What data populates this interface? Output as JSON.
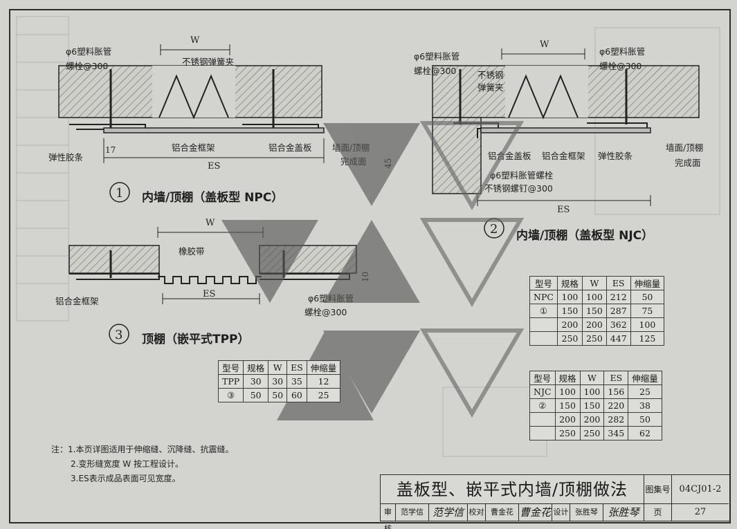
{
  "detail1": {
    "number": "1",
    "title": "内墙/顶棚（盖板型 NPC）",
    "dim_w": "W",
    "dim_es": "ES",
    "dim_17": "17",
    "label_bolt": "φ6塑料胀管",
    "label_bolt_spacing": "螺栓@300",
    "label_spring_clip": "不锈钢弹簧夹",
    "label_elastic": "弹性胶条",
    "label_frame": "铝合金框架",
    "label_cover": "铝合金盖板",
    "label_finish_1": "墙面/顶棚",
    "label_finish_2": "完成面"
  },
  "detail2": {
    "number": "2",
    "title": "内墙/顶棚（盖板型 NJC）",
    "dim_w": "W",
    "dim_es": "ES",
    "dim_45": "45",
    "label_bolt": "φ6塑料胀管",
    "label_bolt_spacing": "螺栓@300",
    "label_bolt_b": "φ6塑料胀管",
    "label_bolt_b_spacing": "螺栓@300",
    "label_clip_1": "不锈钢",
    "label_clip_2": "弹簧夹",
    "label_cover": "铝合金盖板",
    "label_frame": "铝合金框架",
    "label_elastic": "弹性胶条",
    "label_finish_1": "墙面/顶棚",
    "label_finish_2": "完成面",
    "label_bolt2": "φ6塑料胀管螺栓",
    "label_screw": "不锈钢螺钉@300"
  },
  "detail3": {
    "number": "3",
    "title": "顶棚（嵌平式TPP）",
    "dim_w": "W",
    "dim_es": "ES",
    "dim_10": "10",
    "label_rubber": "橡胶带",
    "label_frame": "铝合金框架",
    "label_bolt": "φ6塑料胀管",
    "label_bolt_spacing": "螺栓@300"
  },
  "tables": {
    "headers": [
      "型号",
      "规格",
      "W",
      "ES",
      "伸缩量"
    ],
    "tpp": {
      "model": "TPP",
      "ref": "③",
      "rows": [
        [
          "30",
          "30",
          "35",
          "12"
        ],
        [
          "50",
          "50",
          "60",
          "25"
        ]
      ]
    },
    "npc": {
      "model": "NPC",
      "ref": "①",
      "rows": [
        [
          "100",
          "100",
          "212",
          "50"
        ],
        [
          "150",
          "150",
          "287",
          "75"
        ],
        [
          "200",
          "200",
          "362",
          "100"
        ],
        [
          "250",
          "250",
          "447",
          "125"
        ]
      ]
    },
    "njc": {
      "model": "NJC",
      "ref": "②",
      "rows": [
        [
          "100",
          "100",
          "156",
          "25"
        ],
        [
          "150",
          "150",
          "220",
          "38"
        ],
        [
          "200",
          "200",
          "282",
          "50"
        ],
        [
          "250",
          "250",
          "345",
          "62"
        ]
      ]
    }
  },
  "notes": {
    "prefix": "注：",
    "items": [
      "1.本页详图适用于伸缩缝、沉降缝、抗震缝。",
      "2.变形缝宽度 W 按工程设计。",
      "3.ES表示成品表面可见宽度。"
    ]
  },
  "title_block": {
    "title": "盖板型、嵌平式内墙/顶棚做法",
    "atlas_label": "图集号",
    "atlas_no": "04CJ01-2",
    "page_label": "页",
    "page_no": "27",
    "review_label": "审核",
    "review_name": "范学信",
    "check_label": "校对",
    "check_name": "曹金花",
    "design_label": "设计",
    "design_name": "张胜琴"
  }
}
